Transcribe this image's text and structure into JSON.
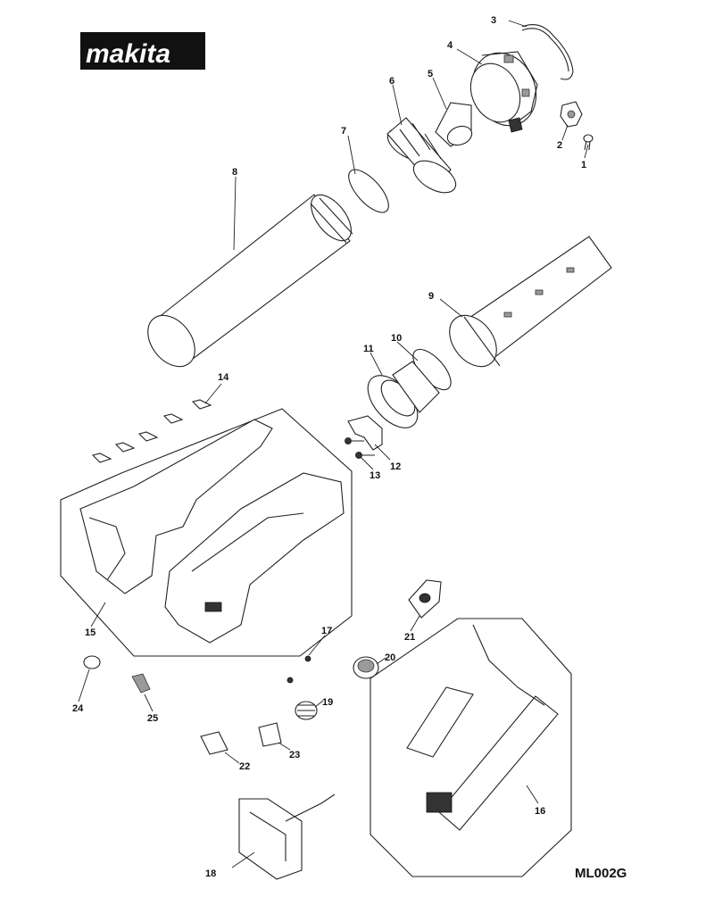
{
  "logo": {
    "brand": "makita",
    "mark": "®"
  },
  "model_code": "ML002G",
  "part_numbers": [
    "1",
    "2",
    "3",
    "4",
    "5",
    "6",
    "7",
    "8",
    "9",
    "10",
    "11",
    "12",
    "13",
    "14",
    "15",
    "16",
    "17",
    "18",
    "19",
    "20",
    "21",
    "22",
    "23",
    "24",
    "25"
  ]
}
